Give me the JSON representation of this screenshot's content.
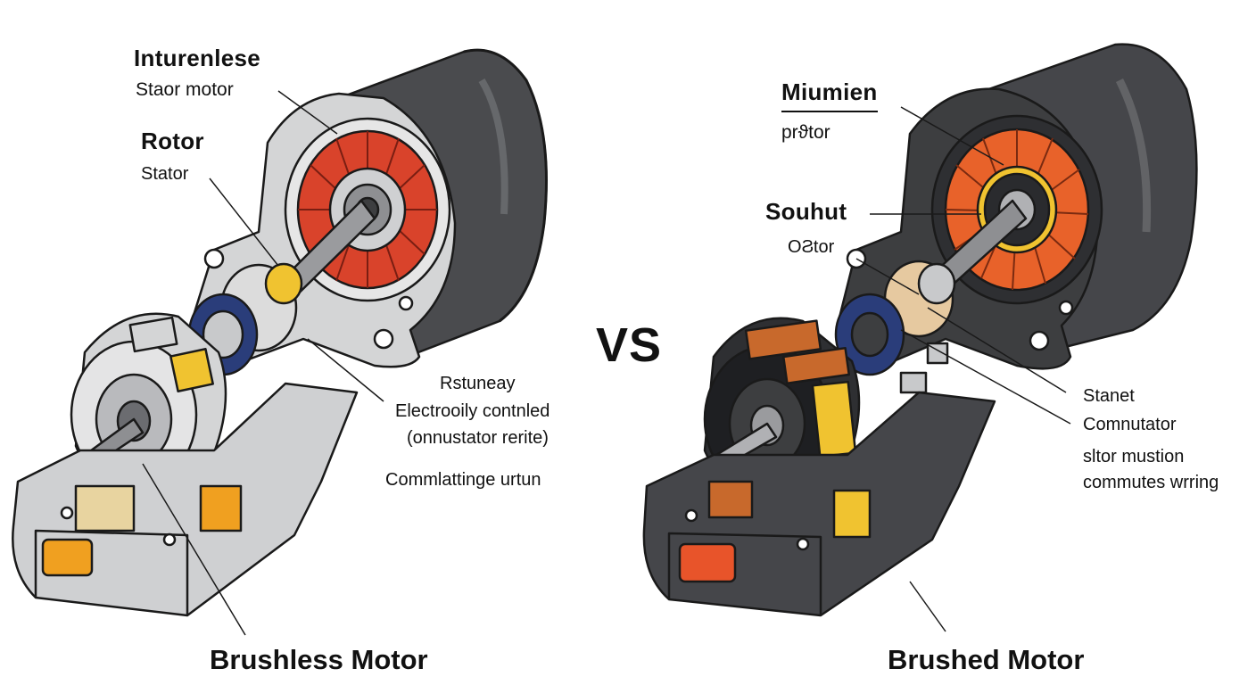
{
  "left_motor": {
    "title": "Brushless Motor",
    "labels": {
      "heading_1": "Inturenlese",
      "heading_1_sub": "Staor motor",
      "heading_2": "Rotor",
      "heading_2_sub": "Stator",
      "note_1": "Rstuneay",
      "note_2": "Electrooily contnled",
      "note_3": "(onnustator rerite)",
      "note_4": "Commlattinge urtun"
    }
  },
  "vs_label": "VS",
  "right_motor": {
    "title": "Brushed Motor",
    "labels": {
      "heading_1": "Miumien",
      "heading_1_sub": "prϑtor",
      "heading_2": "Souhut",
      "heading_2_sub": "OϨtor",
      "note_1": "Stanet",
      "note_2": "Comnutator",
      "note_3": "sltor mustion",
      "note_4": "commutes wrring"
    }
  },
  "colors": {
    "housing_light": "#d4d5d6",
    "housing_dark": "#3d3e40",
    "stator_red": "#d9432b",
    "stator_orange": "#e8622a",
    "bearing_blue": "#2a3d7a",
    "accent_yellow": "#f0c330",
    "copper": "#c8692c",
    "outline": "#1a1a1a"
  }
}
